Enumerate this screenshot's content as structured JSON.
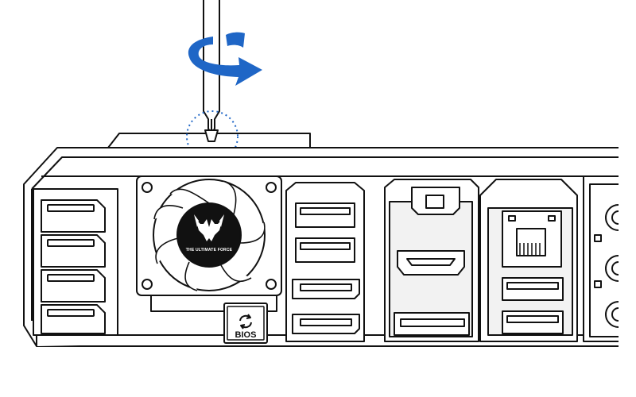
{
  "diagram": {
    "subject": "motherboard rear I/O panel with I/O cover screw",
    "fan_label": "THE ULTIMATE FORCE",
    "bios_button_label": "BIOS",
    "icons": {
      "rotation_arrow": "rotate-clockwise-arrow-icon",
      "screwdriver": "screwdriver-icon",
      "screw_highlight": "dotted-circle-highlight",
      "fan_logo": "tuf-logo-icon",
      "bios_flashback": "bios-flashback-refresh-icon"
    },
    "colors": {
      "line": "#111111",
      "panel_fill": "#ffffff",
      "port_fill": "#f2f2f2",
      "rotation_arrow": "#1f66c6",
      "highlight_circle": "#1f66c6",
      "fan_hub": "#111111"
    }
  }
}
